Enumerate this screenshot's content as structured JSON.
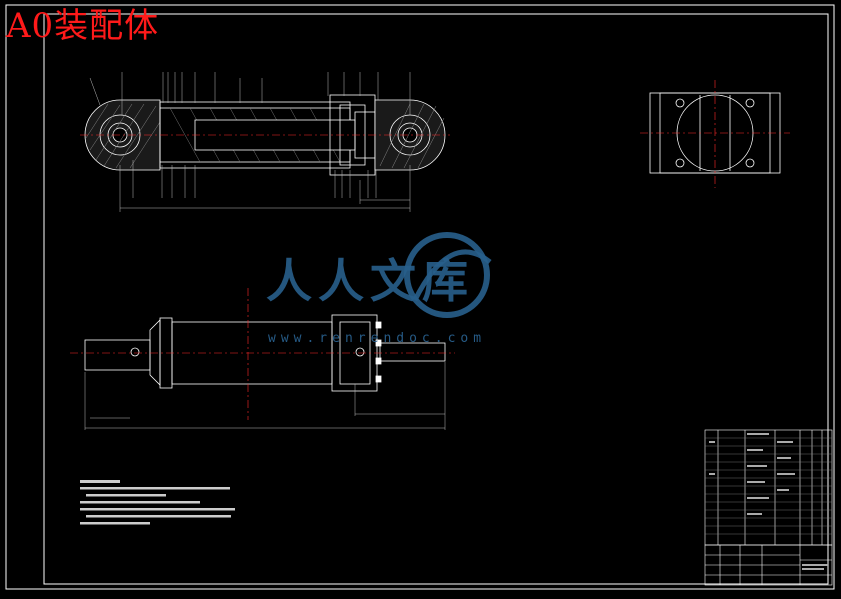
{
  "drawing": {
    "title": "A0装配体",
    "watermark_text": "人人文库",
    "watermark_url": "www.renrendoc.com",
    "watermark_logo": "circular-swoosh-logo",
    "colors": {
      "background": "#000000",
      "frame": "#ffffff",
      "title": "#ff1a1a",
      "watermark": "#285f8c",
      "centerline": "#ff2a2a"
    },
    "views": [
      "section-view",
      "side-view",
      "front-view"
    ],
    "technical_notes_block": "technical-requirements",
    "title_block": "parts-list-and-title-block"
  }
}
